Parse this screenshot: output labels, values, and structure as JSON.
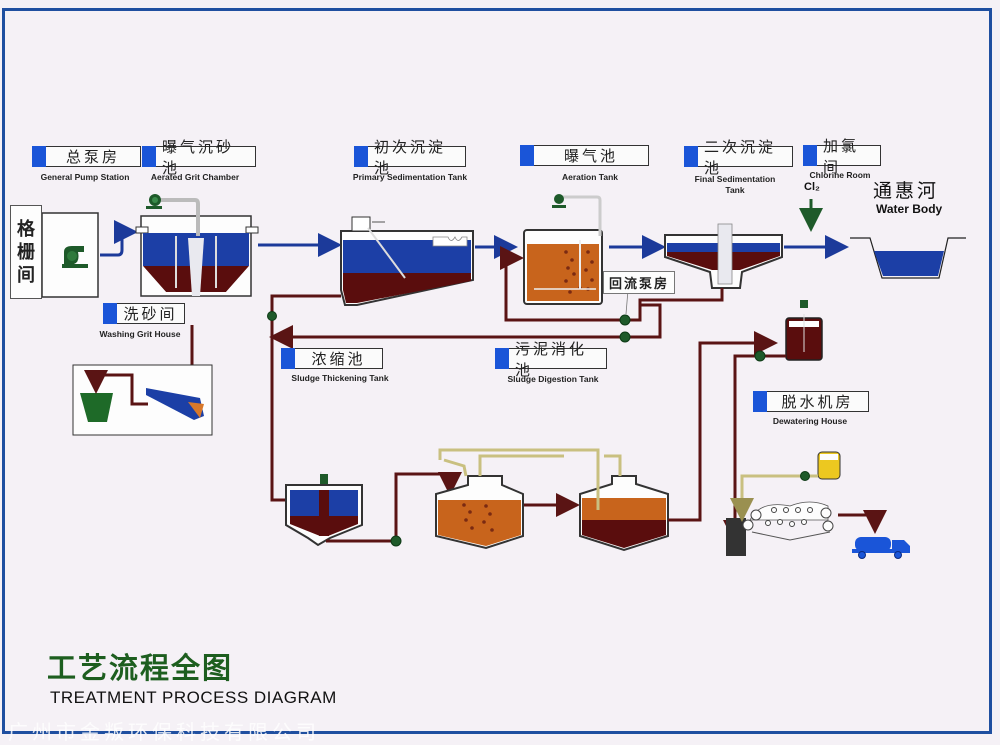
{
  "title": {
    "cn": "工艺流程全图",
    "en": "TREATMENT PROCESS DIAGRAM"
  },
  "watermark": "广州市金叛环保科技有限公司",
  "stations": [
    {
      "id": "pump",
      "cn": "总泵房",
      "en": "General Pump Station"
    },
    {
      "id": "grit",
      "cn": "曝气沉砂池",
      "en": "Aerated Grit  Chamber"
    },
    {
      "id": "primary",
      "cn": "初次沉淀池",
      "en": "Primary Sedimentation Tank"
    },
    {
      "id": "aeration",
      "cn": "曝气池",
      "en": "Aeration Tank"
    },
    {
      "id": "final",
      "cn": "二次沉淀池",
      "en": "Final Sedimentation Tank"
    },
    {
      "id": "chlorine",
      "cn": "加氯间",
      "en": "Chlorine Room"
    },
    {
      "id": "washing",
      "cn": "洗砂间",
      "en": "Washing Grit House"
    },
    {
      "id": "thickening",
      "cn": "浓缩池",
      "en": "Sludge Thickening Tank"
    },
    {
      "id": "digestion",
      "cn": "污泥消化池",
      "en": "Sludge Digestion Tank"
    },
    {
      "id": "dewatering",
      "cn": "脱水机房",
      "en": "Dewatering House"
    }
  ],
  "screen_house": [
    "格",
    "栅",
    "间"
  ],
  "return_pump_house": "回流泵房",
  "chlorine_gas": "Cl₂",
  "water_body": {
    "cn": "通惠河",
    "en": "Water Body"
  },
  "colors": {
    "frame": "#1f4fa0",
    "water": "#1c3fa6",
    "sludge": "#5a0d0d",
    "sludge_pipe": "#5a1414",
    "activated": "#c8641c",
    "pump_green": "#1e5a2a",
    "gas_pipe": "#e8e0a0",
    "label_square": "#1a55d8",
    "title_green": "#1d5e1f"
  }
}
